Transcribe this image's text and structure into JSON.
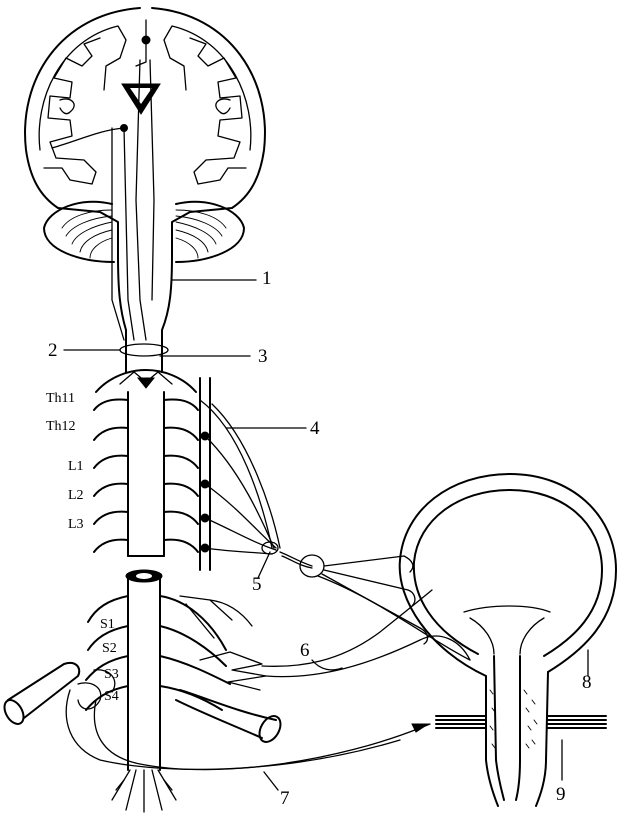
{
  "callouts": [
    "1",
    "2",
    "3",
    "4",
    "5",
    "6",
    "7",
    "8",
    "9"
  ],
  "segments": {
    "thoracic": [
      "Th11",
      "Th12"
    ],
    "lumbar": [
      "L1",
      "L2",
      "L3"
    ],
    "sacral": [
      "S1",
      "S2",
      "S3",
      "S4"
    ]
  },
  "icons": {
    "brain": "brain-coronal-section-icon",
    "cerebellum": "cerebellum-icon",
    "bladder": "bladder-icon"
  }
}
